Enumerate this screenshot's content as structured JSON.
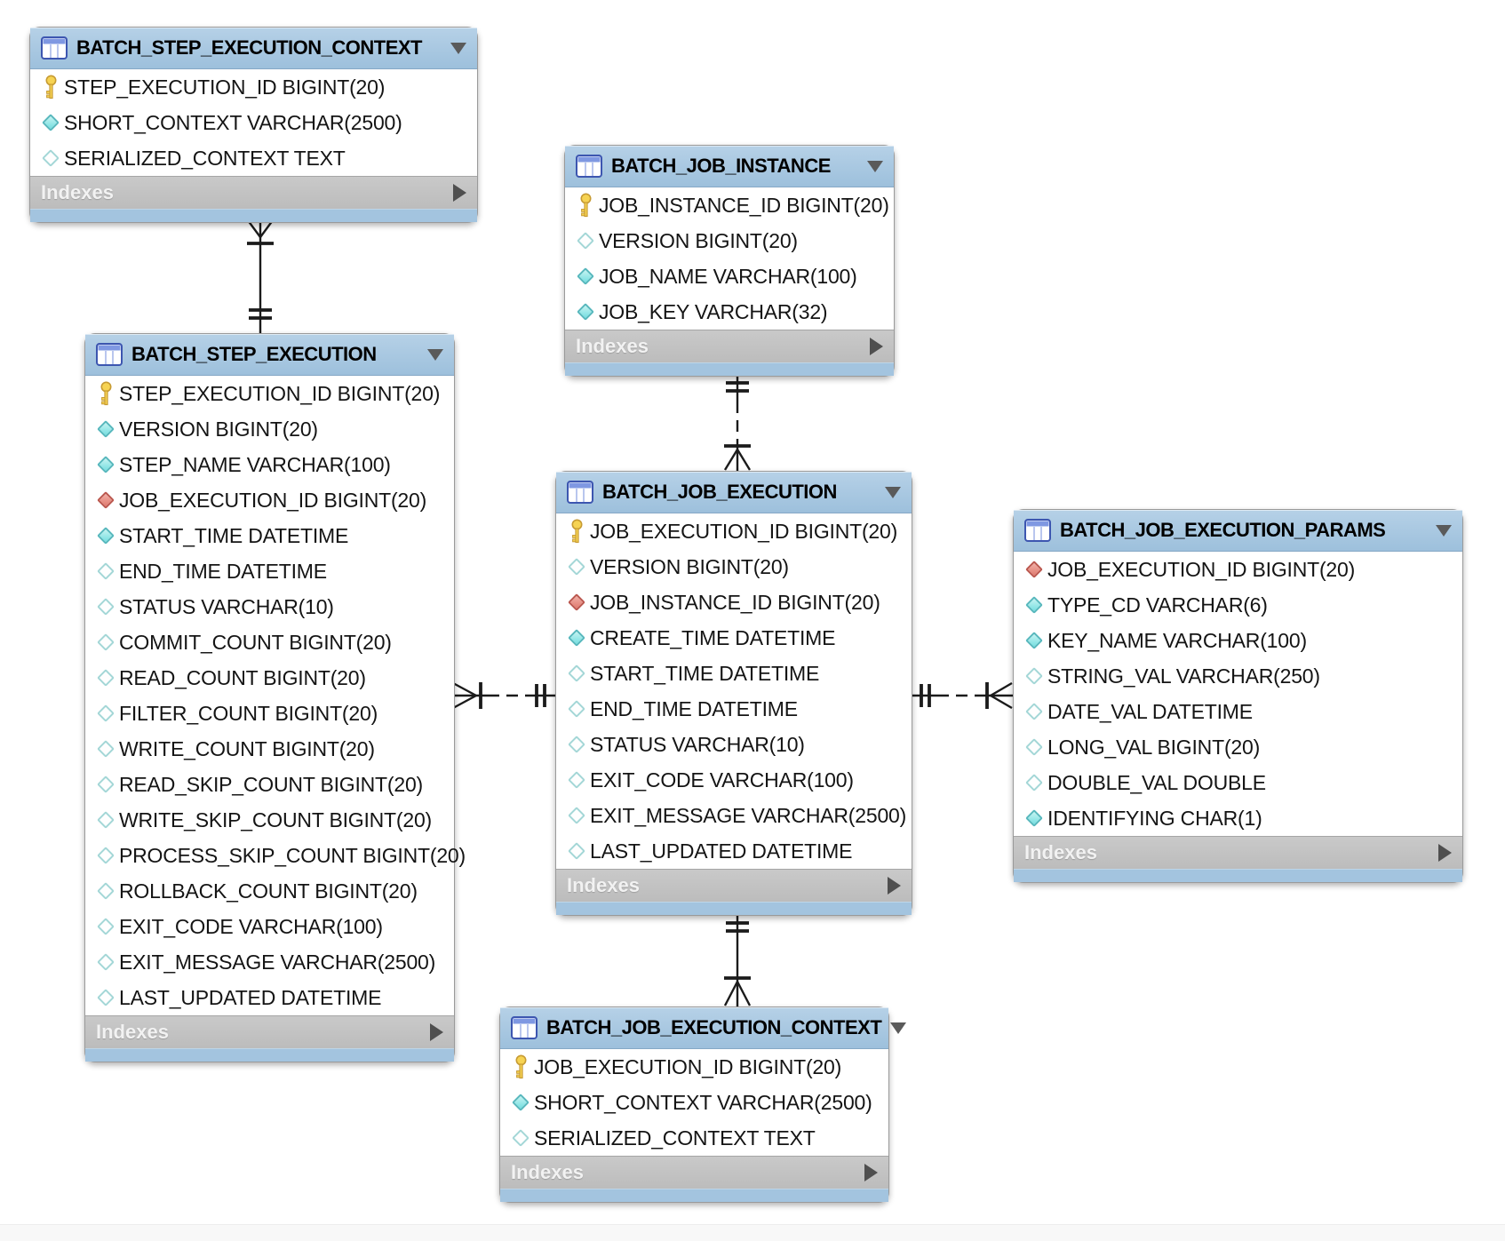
{
  "diagram": {
    "tables": [
      {
        "key": "batch_step_execution_context",
        "title": "BATCH_STEP_EXECUTION_CONTEXT",
        "indexes_label": "Indexes",
        "columns": [
          {
            "icon": "primary-key",
            "label": "STEP_EXECUTION_ID BIGINT(20)"
          },
          {
            "icon": "not-null-diamond",
            "label": "SHORT_CONTEXT VARCHAR(2500)"
          },
          {
            "icon": "nullable-diamond",
            "label": "SERIALIZED_CONTEXT TEXT"
          }
        ]
      },
      {
        "key": "batch_job_instance",
        "title": "BATCH_JOB_INSTANCE",
        "indexes_label": "Indexes",
        "columns": [
          {
            "icon": "primary-key",
            "label": "JOB_INSTANCE_ID BIGINT(20)"
          },
          {
            "icon": "nullable-diamond",
            "label": "VERSION BIGINT(20)"
          },
          {
            "icon": "not-null-diamond",
            "label": "JOB_NAME VARCHAR(100)"
          },
          {
            "icon": "not-null-diamond",
            "label": "JOB_KEY VARCHAR(32)"
          }
        ]
      },
      {
        "key": "batch_step_execution",
        "title": "BATCH_STEP_EXECUTION",
        "indexes_label": "Indexes",
        "columns": [
          {
            "icon": "primary-key",
            "label": "STEP_EXECUTION_ID BIGINT(20)"
          },
          {
            "icon": "not-null-diamond",
            "label": "VERSION BIGINT(20)"
          },
          {
            "icon": "not-null-diamond",
            "label": "STEP_NAME VARCHAR(100)"
          },
          {
            "icon": "foreign-key-diamond",
            "label": "JOB_EXECUTION_ID BIGINT(20)"
          },
          {
            "icon": "not-null-diamond",
            "label": "START_TIME DATETIME"
          },
          {
            "icon": "nullable-diamond",
            "label": "END_TIME DATETIME"
          },
          {
            "icon": "nullable-diamond",
            "label": "STATUS VARCHAR(10)"
          },
          {
            "icon": "nullable-diamond",
            "label": "COMMIT_COUNT BIGINT(20)"
          },
          {
            "icon": "nullable-diamond",
            "label": "READ_COUNT BIGINT(20)"
          },
          {
            "icon": "nullable-diamond",
            "label": "FILTER_COUNT BIGINT(20)"
          },
          {
            "icon": "nullable-diamond",
            "label": "WRITE_COUNT BIGINT(20)"
          },
          {
            "icon": "nullable-diamond",
            "label": "READ_SKIP_COUNT BIGINT(20)"
          },
          {
            "icon": "nullable-diamond",
            "label": "WRITE_SKIP_COUNT BIGINT(20)"
          },
          {
            "icon": "nullable-diamond",
            "label": "PROCESS_SKIP_COUNT BIGINT(20)"
          },
          {
            "icon": "nullable-diamond",
            "label": "ROLLBACK_COUNT BIGINT(20)"
          },
          {
            "icon": "nullable-diamond",
            "label": "EXIT_CODE VARCHAR(100)"
          },
          {
            "icon": "nullable-diamond",
            "label": "EXIT_MESSAGE VARCHAR(2500)"
          },
          {
            "icon": "nullable-diamond",
            "label": "LAST_UPDATED DATETIME"
          }
        ]
      },
      {
        "key": "batch_job_execution",
        "title": "BATCH_JOB_EXECUTION",
        "indexes_label": "Indexes",
        "columns": [
          {
            "icon": "primary-key",
            "label": "JOB_EXECUTION_ID BIGINT(20)"
          },
          {
            "icon": "nullable-diamond",
            "label": "VERSION BIGINT(20)"
          },
          {
            "icon": "foreign-key-diamond",
            "label": "JOB_INSTANCE_ID BIGINT(20)"
          },
          {
            "icon": "not-null-diamond",
            "label": "CREATE_TIME DATETIME"
          },
          {
            "icon": "nullable-diamond",
            "label": "START_TIME DATETIME"
          },
          {
            "icon": "nullable-diamond",
            "label": "END_TIME DATETIME"
          },
          {
            "icon": "nullable-diamond",
            "label": "STATUS VARCHAR(10)"
          },
          {
            "icon": "nullable-diamond",
            "label": "EXIT_CODE VARCHAR(100)"
          },
          {
            "icon": "nullable-diamond",
            "label": "EXIT_MESSAGE VARCHAR(2500)"
          },
          {
            "icon": "nullable-diamond",
            "label": "LAST_UPDATED DATETIME"
          }
        ]
      },
      {
        "key": "batch_job_execution_params",
        "title": "BATCH_JOB_EXECUTION_PARAMS",
        "indexes_label": "Indexes",
        "columns": [
          {
            "icon": "foreign-key-diamond",
            "label": "JOB_EXECUTION_ID BIGINT(20)"
          },
          {
            "icon": "not-null-diamond",
            "label": "TYPE_CD VARCHAR(6)"
          },
          {
            "icon": "not-null-diamond",
            "label": "KEY_NAME VARCHAR(100)"
          },
          {
            "icon": "nullable-diamond",
            "label": "STRING_VAL VARCHAR(250)"
          },
          {
            "icon": "nullable-diamond",
            "label": "DATE_VAL DATETIME"
          },
          {
            "icon": "nullable-diamond",
            "label": "LONG_VAL BIGINT(20)"
          },
          {
            "icon": "nullable-diamond",
            "label": "DOUBLE_VAL DOUBLE"
          },
          {
            "icon": "not-null-diamond",
            "label": "IDENTIFYING CHAR(1)"
          }
        ]
      },
      {
        "key": "batch_job_execution_context",
        "title": "BATCH_JOB_EXECUTION_CONTEXT",
        "indexes_label": "Indexes",
        "columns": [
          {
            "icon": "primary-key",
            "label": "JOB_EXECUTION_ID BIGINT(20)"
          },
          {
            "icon": "not-null-diamond",
            "label": "SHORT_CONTEXT VARCHAR(2500)"
          },
          {
            "icon": "nullable-diamond",
            "label": "SERIALIZED_CONTEXT TEXT"
          }
        ]
      }
    ],
    "relationships": [
      {
        "from": "BATCH_STEP_EXECUTION",
        "to": "BATCH_STEP_EXECUTION_CONTEXT",
        "line": "solid",
        "from_cardinality": "one",
        "to_cardinality": "many"
      },
      {
        "from": "BATCH_JOB_INSTANCE",
        "to": "BATCH_JOB_EXECUTION",
        "line": "dashed",
        "from_cardinality": "one",
        "to_cardinality": "many"
      },
      {
        "from": "BATCH_JOB_EXECUTION",
        "to": "BATCH_STEP_EXECUTION",
        "line": "dashed",
        "from_cardinality": "one",
        "to_cardinality": "many"
      },
      {
        "from": "BATCH_JOB_EXECUTION",
        "to": "BATCH_JOB_EXECUTION_PARAMS",
        "line": "dashed",
        "from_cardinality": "one",
        "to_cardinality": "many"
      },
      {
        "from": "BATCH_JOB_EXECUTION",
        "to": "BATCH_JOB_EXECUTION_CONTEXT",
        "line": "solid",
        "from_cardinality": "one",
        "to_cardinality": "many"
      }
    ]
  },
  "colors": {
    "table_header_blue": "#a7c6e0",
    "table_footer_blue": "#a3c4df",
    "indexes_bar_gray": "#c1c1c1",
    "table_border_gray": "#9a9a9a",
    "primary_key_yellow": "#f3d04e",
    "not_null_diamond_cyan": "#7ddfe1",
    "nullable_diamond_white": "#ffffff",
    "foreign_key_diamond_red": "#e0796e",
    "relationship_line": "#1b1b1b",
    "canvas_background": "#ffffff"
  }
}
